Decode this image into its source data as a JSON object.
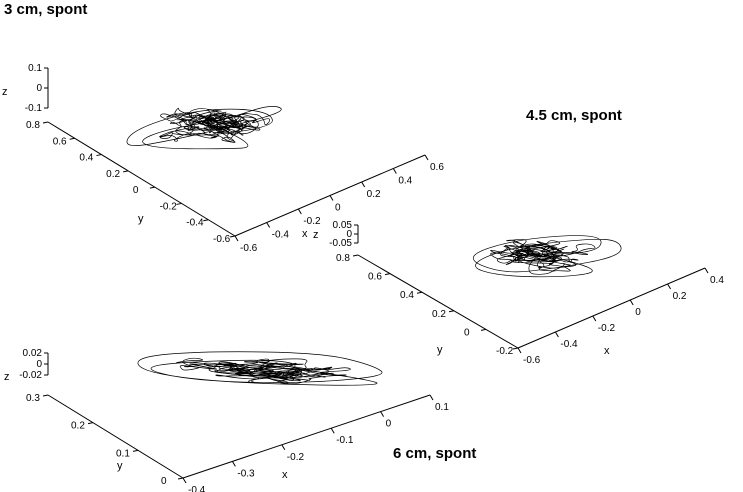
{
  "chart_data": [
    {
      "type": "line",
      "title": "3 cm, spont",
      "xlabel": "x",
      "ylabel": "y",
      "zlabel": "z",
      "x_ticks": [
        "-0.6",
        "-0.4",
        "-0.2",
        "0",
        "0.2",
        "0.4",
        "0.6"
      ],
      "y_ticks": [
        "-0.6",
        "-0.4",
        "-0.2",
        "0",
        "0.2",
        "0.4",
        "0.6",
        "0.8"
      ],
      "z_ticks": [
        "0.1",
        "0",
        "-0.1"
      ],
      "xlim": [
        -0.65,
        0.65
      ],
      "ylim": [
        -0.65,
        0.85
      ],
      "zlim": [
        -0.12,
        0.12
      ],
      "series": [
        {
          "x": [
            0.05,
            0.3,
            0.5,
            0.35,
            -0.2,
            -0.45,
            -0.3,
            0.1,
            0.4,
            0.6,
            0.2,
            -0.1,
            -0.5,
            -0.55,
            -0.2,
            0.15,
            0.45,
            0.55,
            0.1,
            -0.3,
            0.0
          ],
          "y": [
            0.1,
            0.4,
            0.7,
            0.8,
            0.75,
            0.5,
            0.1,
            -0.2,
            -0.4,
            -0.1,
            0.3,
            0.6,
            0.7,
            0.2,
            -0.3,
            -0.45,
            -0.2,
            0.2,
            0.5,
            0.3,
            0.1
          ],
          "z": [
            0.0,
            0.05,
            0.08,
            0.11,
            0.09,
            0.04,
            -0.03,
            -0.08,
            -0.05,
            0.02,
            0.06,
            0.1,
            0.07,
            0.0,
            -0.06,
            -0.1,
            -0.04,
            0.03,
            0.08,
            0.02,
            0.0
          ]
        }
      ]
    },
    {
      "type": "line",
      "title": "4.5 cm, spont",
      "xlabel": "x",
      "ylabel": "y",
      "zlabel": "z",
      "x_ticks": [
        "-0.6",
        "-0.4",
        "-0.2",
        "0",
        "0.2",
        "0.4"
      ],
      "y_ticks": [
        "-0.2",
        "0",
        "0.2",
        "0.4",
        "0.6",
        "0.8"
      ],
      "z_ticks": [
        "0.05",
        "0",
        "-0.05"
      ],
      "xlim": [
        -0.7,
        0.45
      ],
      "ylim": [
        -0.25,
        0.85
      ],
      "zlim": [
        -0.06,
        0.06
      ],
      "series": [
        {
          "x": [
            -0.1,
            0.2,
            0.35,
            0.1,
            -0.3,
            -0.55,
            -0.4,
            0.0,
            0.3,
            0.42,
            0.05,
            -0.25,
            -0.6,
            -0.35,
            0.15,
            0.25,
            -0.1
          ],
          "y": [
            0.3,
            0.5,
            0.7,
            0.8,
            0.7,
            0.45,
            0.1,
            -0.1,
            0.0,
            0.35,
            0.6,
            0.75,
            0.4,
            0.0,
            -0.15,
            0.25,
            0.3
          ],
          "z": [
            0.0,
            0.02,
            0.04,
            0.05,
            0.03,
            0.0,
            -0.03,
            -0.05,
            -0.02,
            0.01,
            0.03,
            0.05,
            0.02,
            -0.02,
            -0.04,
            0.0,
            0.0
          ]
        }
      ]
    },
    {
      "type": "line",
      "title": "6 cm, spont",
      "xlabel": "x",
      "ylabel": "y",
      "zlabel": "z",
      "x_ticks": [
        "-0.4",
        "-0.3",
        "-0.2",
        "-0.1",
        "0",
        "0.1"
      ],
      "y_ticks": [
        "0",
        "0.1",
        "0.2",
        "0.3"
      ],
      "z_ticks": [
        "0.02",
        "0",
        "-0.02"
      ],
      "xlim": [
        -0.42,
        0.12
      ],
      "ylim": [
        -0.02,
        0.38
      ],
      "zlim": [
        -0.025,
        0.025
      ],
      "series": [
        {
          "x": [
            -0.15,
            -0.05,
            0.05,
            0.1,
            0.0,
            -0.2,
            -0.35,
            -0.4,
            -0.3,
            -0.1,
            0.02,
            0.08,
            -0.05,
            -0.25,
            -0.38,
            -0.2,
            -0.1
          ],
          "y": [
            0.15,
            0.22,
            0.28,
            0.33,
            0.35,
            0.3,
            0.2,
            0.08,
            0.02,
            0.05,
            0.15,
            0.25,
            0.32,
            0.28,
            0.15,
            0.1,
            0.15
          ],
          "z": [
            0.0,
            0.005,
            0.01,
            0.015,
            0.02,
            0.012,
            0.0,
            -0.01,
            -0.018,
            -0.012,
            -0.004,
            0.006,
            0.014,
            0.008,
            -0.004,
            -0.008,
            0.0
          ]
        }
      ]
    }
  ]
}
